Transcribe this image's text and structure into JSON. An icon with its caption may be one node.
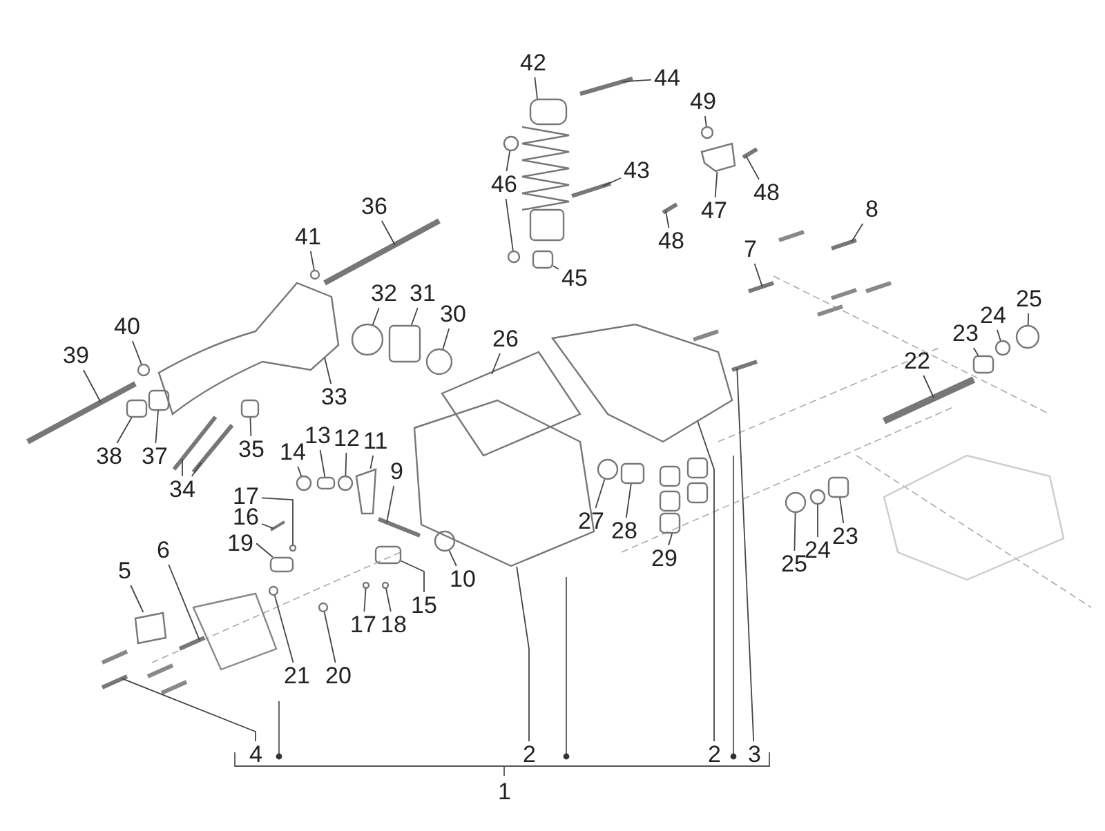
{
  "diagram": {
    "nodes": [
      {
        "text": [
          "42"
        ]
      },
      {
        "text": [
          "44"
        ]
      },
      {
        "text": [
          "49"
        ]
      },
      {
        "text": [
          "46"
        ]
      },
      {
        "text": [
          "43"
        ]
      },
      {
        "text": [
          "48"
        ]
      },
      {
        "text": [
          "47"
        ]
      },
      {
        "text": [
          "48"
        ]
      },
      {
        "text": [
          "8"
        ]
      },
      {
        "text": [
          "7"
        ]
      },
      {
        "text": [
          "36"
        ]
      },
      {
        "text": [
          "41"
        ]
      },
      {
        "text": [
          "45"
        ]
      },
      {
        "text": [
          "32"
        ]
      },
      {
        "text": [
          "31"
        ]
      },
      {
        "text": [
          "30"
        ]
      },
      {
        "text": [
          "26"
        ]
      },
      {
        "text": [
          "25"
        ]
      },
      {
        "text": [
          "24"
        ]
      },
      {
        "text": [
          "23"
        ]
      },
      {
        "text": [
          "22"
        ]
      },
      {
        "text": [
          "39"
        ]
      },
      {
        "text": [
          "40"
        ]
      },
      {
        "text": [
          "33"
        ]
      },
      {
        "text": [
          "37"
        ]
      },
      {
        "text": [
          "38"
        ]
      },
      {
        "text": [
          "34"
        ]
      },
      {
        "text": [
          "35"
        ]
      },
      {
        "text": [
          "14"
        ]
      },
      {
        "text": [
          "13"
        ]
      },
      {
        "text": [
          "12"
        ]
      },
      {
        "text": [
          "11"
        ]
      },
      {
        "text": [
          "9"
        ]
      },
      {
        "text": [
          "27"
        ]
      },
      {
        "text": [
          "28"
        ]
      },
      {
        "text": [
          "29"
        ]
      },
      {
        "text": [
          "25"
        ]
      },
      {
        "text": [
          "24"
        ]
      },
      {
        "text": [
          "23"
        ]
      },
      {
        "text": [
          "17"
        ]
      },
      {
        "text": [
          "16"
        ]
      },
      {
        "text": [
          "19"
        ]
      },
      {
        "text": [
          "10"
        ]
      },
      {
        "text": [
          "15"
        ]
      },
      {
        "text": [
          "5"
        ]
      },
      {
        "text": [
          "6"
        ]
      },
      {
        "text": [
          "17"
        ]
      },
      {
        "text": [
          "18"
        ]
      },
      {
        "text": [
          "21"
        ]
      },
      {
        "text": [
          "20"
        ]
      },
      {
        "text": [
          "4"
        ]
      },
      {
        "text": [
          "2"
        ]
      },
      {
        "text": [
          "2"
        ]
      },
      {
        "text": [
          "3"
        ]
      },
      {
        "text": [],
        "shape": "picture"
      },
      {
        "text": [],
        "shape": "bar"
      },
      {
        "text": [],
        "shape": "circle"
      },
      {
        "text": [],
        "shape": "circle"
      },
      {
        "text": [],
        "shape": "circle"
      },
      {
        "text": [],
        "shape": "bar"
      },
      {
        "text": [],
        "shape": "bar"
      },
      {
        "text": [],
        "shape": "picture"
      },
      {
        "text": [],
        "shape": "bar"
      },
      {
        "text": [],
        "shape": "bar"
      },
      {
        "text": [],
        "shape": "bar"
      },
      {
        "text": [],
        "shape": "bar"
      },
      {
        "text": [],
        "shape": "circle"
      },
      {
        "text": [],
        "shape": "box"
      },
      {
        "text": [],
        "shape": "circle"
      },
      {
        "text": [],
        "shape": "box"
      },
      {
        "text": [],
        "shape": "circle"
      },
      {
        "text": [],
        "shape": "picture"
      },
      {
        "text": [],
        "shape": "circle"
      },
      {
        "text": [],
        "shape": "circle"
      },
      {
        "text": [],
        "shape": "box"
      },
      {
        "text": [],
        "shape": "bar"
      },
      {
        "text": [],
        "shape": "bar"
      },
      {
        "text": [],
        "shape": "circle"
      },
      {
        "text": [],
        "shape": "picture"
      },
      {
        "text": [],
        "shape": "box"
      },
      {
        "text": [],
        "shape": "box"
      },
      {
        "text": [],
        "shape": "bar"
      },
      {
        "text": [],
        "shape": "bar"
      },
      {
        "text": [],
        "shape": "box"
      },
      {
        "text": [],
        "shape": "circle"
      },
      {
        "text": [],
        "shape": "box"
      },
      {
        "text": [],
        "shape": "circle"
      },
      {
        "text": [],
        "shape": "picture"
      },
      {
        "text": [],
        "shape": "bar"
      },
      {
        "text": [],
        "shape": "circle"
      },
      {
        "text": [],
        "shape": "box"
      },
      {
        "text": [],
        "shape": "picture"
      },
      {
        "text": [],
        "shape": "circle"
      },
      {
        "text": [],
        "shape": "circle"
      },
      {
        "text": [],
        "shape": "box"
      },
      {
        "text": [],
        "shape": "circle"
      },
      {
        "text": [],
        "shape": "bar"
      },
      {
        "text": [],
        "shape": "box"
      },
      {
        "text": [],
        "shape": "circle"
      },
      {
        "text": [],
        "shape": "box"
      },
      {
        "text": [],
        "shape": "picture"
      },
      {
        "text": [],
        "shape": "bar"
      },
      {
        "text": [],
        "shape": "circle"
      },
      {
        "text": [],
        "shape": "circle"
      },
      {
        "text": [],
        "shape": "circle"
      },
      {
        "text": [],
        "shape": "circle"
      },
      {
        "text": [],
        "shape": "bar"
      },
      {
        "text": [],
        "shape": "picture"
      },
      {
        "text": [],
        "shape": "picture"
      },
      {
        "text": [],
        "shape": "bar"
      }
    ],
    "edges": [
      {
        "from": 0,
        "to": 54,
        "arrow": "none"
      },
      {
        "from": 1,
        "to": 55,
        "arrow": "none"
      },
      {
        "from": 2,
        "to": 56,
        "arrow": "none"
      },
      {
        "from": 3,
        "to": 57,
        "arrow": "none"
      },
      {
        "from": 3,
        "to": 58,
        "arrow": "none"
      },
      {
        "from": 4,
        "to": 59,
        "arrow": "none"
      },
      {
        "from": 5,
        "to": 60,
        "arrow": "none"
      },
      {
        "from": 6,
        "to": 61,
        "arrow": "none"
      },
      {
        "from": 7,
        "to": 62,
        "arrow": "none"
      },
      {
        "from": 8,
        "to": 63,
        "arrow": "none"
      },
      {
        "from": 9,
        "to": 64,
        "arrow": "none"
      },
      {
        "from": 10,
        "to": 65,
        "arrow": "none"
      },
      {
        "from": 11,
        "to": 66,
        "arrow": "none"
      },
      {
        "from": 12,
        "to": 67,
        "arrow": "none"
      },
      {
        "from": 13,
        "to": 68,
        "arrow": "none"
      },
      {
        "from": 14,
        "to": 69,
        "arrow": "none"
      },
      {
        "from": 15,
        "to": 70,
        "arrow": "none"
      },
      {
        "from": 16,
        "to": 71,
        "arrow": "none"
      },
      {
        "from": 17,
        "to": 72,
        "arrow": "none"
      },
      {
        "from": 18,
        "to": 73,
        "arrow": "none"
      },
      {
        "from": 19,
        "to": 74,
        "arrow": "none"
      },
      {
        "from": 20,
        "to": 75,
        "arrow": "none"
      },
      {
        "from": 21,
        "to": 76,
        "arrow": "none"
      },
      {
        "from": 22,
        "to": 77,
        "arrow": "none"
      },
      {
        "from": 23,
        "to": 78,
        "arrow": "none"
      },
      {
        "from": 24,
        "to": 79,
        "arrow": "none"
      },
      {
        "from": 25,
        "to": 80,
        "arrow": "none"
      },
      {
        "from": 26,
        "to": 81,
        "arrow": "none"
      },
      {
        "from": 26,
        "to": 82,
        "arrow": "none"
      },
      {
        "from": 27,
        "to": 83,
        "arrow": "none"
      },
      {
        "from": 28,
        "to": 84,
        "arrow": "none"
      },
      {
        "from": 29,
        "to": 85,
        "arrow": "none"
      },
      {
        "from": 30,
        "to": 86,
        "arrow": "none"
      },
      {
        "from": 31,
        "to": 87,
        "arrow": "none"
      },
      {
        "from": 32,
        "to": 88,
        "arrow": "none"
      },
      {
        "from": 33,
        "to": 89,
        "arrow": "none"
      },
      {
        "from": 34,
        "to": 90,
        "arrow": "none"
      },
      {
        "from": 35,
        "to": 91,
        "arrow": "none"
      },
      {
        "from": 36,
        "to": 92,
        "arrow": "none"
      },
      {
        "from": 37,
        "to": 93,
        "arrow": "none"
      },
      {
        "from": 38,
        "to": 94,
        "arrow": "none"
      },
      {
        "from": 39,
        "to": 95,
        "arrow": "none"
      },
      {
        "from": 40,
        "to": 96,
        "arrow": "none"
      },
      {
        "from": 41,
        "to": 97,
        "arrow": "none"
      },
      {
        "from": 42,
        "to": 98,
        "arrow": "none"
      },
      {
        "from": 43,
        "to": 99,
        "arrow": "none"
      },
      {
        "from": 44,
        "to": 100,
        "arrow": "none"
      },
      {
        "from": 45,
        "to": 101,
        "arrow": "none"
      },
      {
        "from": 46,
        "to": 102,
        "arrow": "none"
      },
      {
        "from": 47,
        "to": 103,
        "arrow": "none"
      },
      {
        "from": 48,
        "to": 104,
        "arrow": "none"
      },
      {
        "from": 49,
        "to": 105,
        "arrow": "none"
      },
      {
        "from": 50,
        "to": 106,
        "arrow": "none"
      },
      {
        "from": 51,
        "to": 107,
        "arrow": "none"
      },
      {
        "from": 52,
        "to": 108,
        "arrow": "none"
      },
      {
        "from": 53,
        "to": 109,
        "arrow": "none"
      }
    ],
    "labels": [
      "1"
    ]
  }
}
